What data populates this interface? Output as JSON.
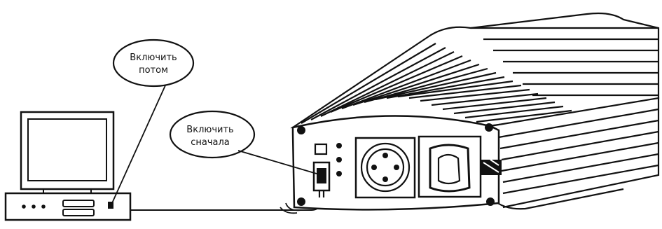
{
  "callouts": {
    "turn_on_later": {
      "line1": "Включить",
      "line2": "потом"
    },
    "turn_on_first": {
      "line1": "Включить",
      "line2": "сначала"
    }
  },
  "colors": {
    "ink": "#111111",
    "paper": "#ffffff"
  },
  "icons": [
    "computer-icon",
    "power-inverter-icon",
    "schuko-socket-icon",
    "power-switch-icon"
  ]
}
